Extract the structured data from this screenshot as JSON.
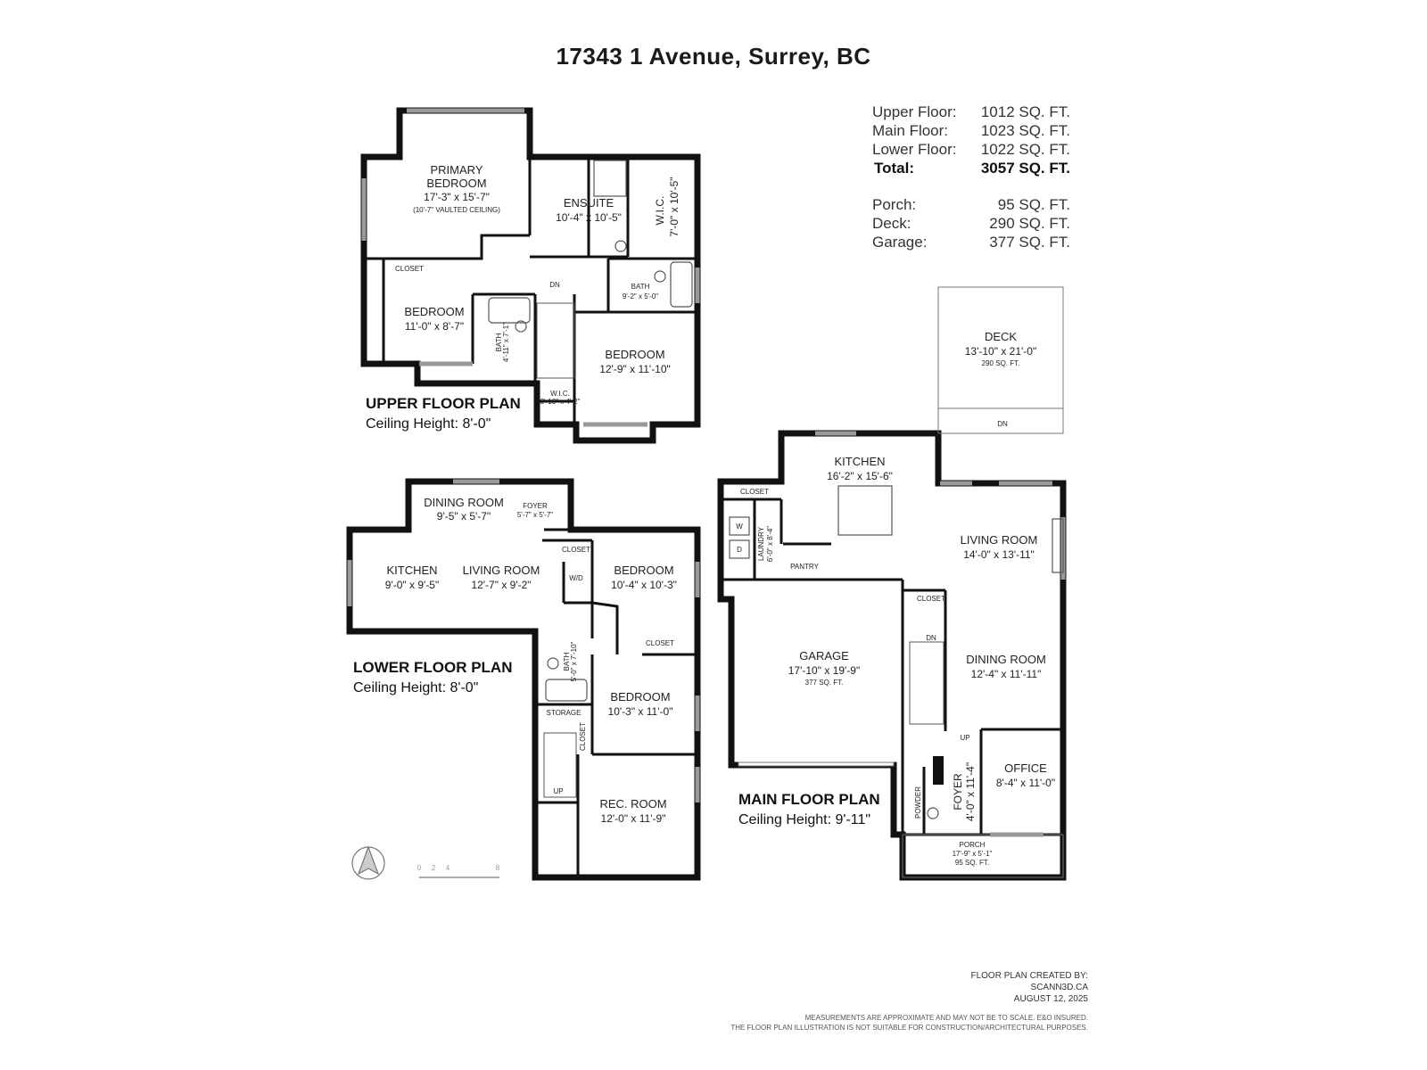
{
  "title": "17343 1 Avenue, Surrey, BC",
  "areas": [
    {
      "label": "Upper Floor:",
      "value": "1012 SQ. FT."
    },
    {
      "label": "Main Floor:",
      "value": "1023 SQ. FT."
    },
    {
      "label": "Lower Floor:",
      "value": "1022 SQ. FT."
    },
    {
      "label": "Total:",
      "value": "3057 SQ. FT.",
      "bold": true
    },
    {
      "label": "Porch:",
      "value": "95 SQ. FT."
    },
    {
      "label": "Deck:",
      "value": "290 SQ. FT."
    },
    {
      "label": "Garage:",
      "value": "377 SQ. FT."
    }
  ],
  "upper": {
    "title": "UPPER FLOOR PLAN",
    "ceiling": "Ceiling Height: 8'-0\"",
    "primary": {
      "name1": "PRIMARY",
      "name2": "BEDROOM",
      "dim": "17'-3\" x 15'-7\"",
      "note": "(10'-7\" VAULTED CEILING)"
    },
    "ensuite": {
      "name": "ENSUITE",
      "dim": "10'-4\" x 10'-5\""
    },
    "wic": {
      "name": "W.I.C.",
      "dim": "7'-0\" x 10'-5\""
    },
    "closet": "CLOSET",
    "bedroom1": {
      "name": "BEDROOM",
      "dim": "11'-0\" x 8'-7\""
    },
    "bath1": {
      "name": "BATH",
      "dim": "4'-11\" x 7'-1\""
    },
    "dn": "DN",
    "bath2": {
      "name": "BATH",
      "dim": "9'-2\" x 5'-0\""
    },
    "bedroom2": {
      "name": "BEDROOM",
      "dim": "12'-9\" x 11'-10\""
    },
    "wic2": {
      "name": "W.I.C.",
      "dim": "3'-10\" x 4'-2\""
    }
  },
  "lower": {
    "title": "LOWER FLOOR PLAN",
    "ceiling": "Ceiling Height: 8'-0\"",
    "dining": {
      "name": "DINING ROOM",
      "dim": "9'-5\" x 5'-7\""
    },
    "foyer": {
      "name": "FOYER",
      "dim": "5'-7\" x 5'-7\""
    },
    "kitchen": {
      "name": "KITCHEN",
      "dim": "9'-0\" x 9'-5\""
    },
    "living": {
      "name": "LIVING ROOM",
      "dim": "12'-7\" x 9'-2\""
    },
    "closet": "CLOSET",
    "wd": "W/D",
    "bedroom1": {
      "name": "BEDROOM",
      "dim": "10'-4\" x 10'-3\""
    },
    "closet2": "CLOSET",
    "bath": {
      "name": "BATH",
      "dim": "5'-0\" x 7'-10\""
    },
    "bedroom2": {
      "name": "BEDROOM",
      "dim": "10'-3\" x 11'-0\""
    },
    "storage": "STORAGE",
    "closet3": "CLOSET",
    "up": "UP",
    "rec": {
      "name": "REC. ROOM",
      "dim": "12'-0\" x 11'-9\""
    }
  },
  "main": {
    "title": "MAIN FLOOR PLAN",
    "ceiling": "Ceiling Height: 9'-11\"",
    "deck": {
      "name": "DECK",
      "dim": "13'-10\" x 21'-0\"",
      "area": "290 SQ. FT.",
      "dn": "DN"
    },
    "kitchen": {
      "name": "KITCHEN",
      "dim": "16'-2\" x 15'-6\""
    },
    "closet": "CLOSET",
    "laundry": {
      "name": "LAUNDRY",
      "dim": "6'-0\" x 8'-4\""
    },
    "pantry": "PANTRY",
    "living": {
      "name": "LIVING ROOM",
      "dim": "14'-0\" x 13'-11\""
    },
    "closet2": "CLOSET",
    "dn": "DN",
    "garage": {
      "name": "GARAGE",
      "dim": "17'-10\" x 19'-9\"",
      "area": "377 SQ. FT."
    },
    "dining": {
      "name": "DINING ROOM",
      "dim": "12'-4\" x 11'-11\""
    },
    "up": "UP",
    "foyer": {
      "name": "FOYER",
      "dim": "4'-0\" x 11'-4\""
    },
    "powder": "POWDER",
    "office": {
      "name": "OFFICE",
      "dim": "8'-4\" x 11'-0\""
    },
    "porch": {
      "name": "PORCH",
      "dim": "17'-9\" x 5'-1\"",
      "area": "95 SQ. FT."
    }
  },
  "appliance": {
    "w": "W",
    "d": "D"
  },
  "scale_labels": [
    "0",
    "2",
    "4",
    "8"
  ],
  "credit": [
    "FLOOR PLAN CREATED BY:",
    "SCANN3D.CA",
    "AUGUST 12, 2025"
  ],
  "disclaimer": [
    "MEASUREMENTS ARE APPROXIMATE AND MAY NOT BE TO SCALE. E&O INSURED.",
    "THE FLOOR PLAN ILLUSTRATION IS NOT SUITABLE FOR CONSTRUCTION/ARCHITECTURAL PURPOSES."
  ],
  "colors": {
    "wall": "#111111",
    "fixture": "#555555",
    "window": "#999999"
  }
}
